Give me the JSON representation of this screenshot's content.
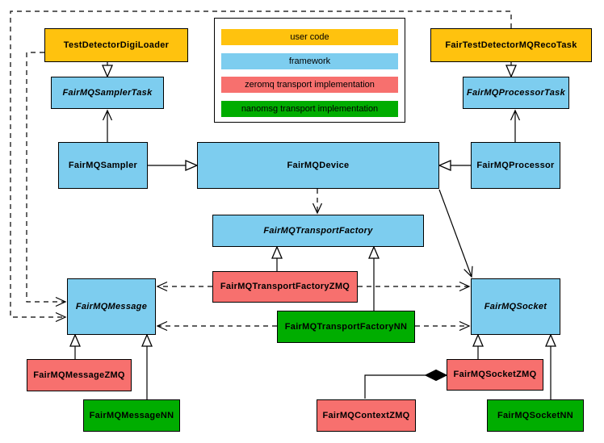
{
  "diagram": {
    "kind": "uml-class-diagram",
    "legend": {
      "items": [
        {
          "label": "user code",
          "type": "user-code",
          "color": "#FFC20E"
        },
        {
          "label": "framework",
          "type": "framework",
          "color": "#7DCDEF"
        },
        {
          "label": "zeromq transport implementation",
          "type": "zeromq",
          "color": "#F7706E"
        },
        {
          "label": "nanomsg transport implementation",
          "type": "nanomsg",
          "color": "#00AD00"
        }
      ]
    },
    "nodes": [
      {
        "label": "TestDetectorDigiLoader",
        "type": "user-code",
        "abstract": false,
        "color": "#FFC20E"
      },
      {
        "label": "FairMQSamplerTask",
        "type": "framework",
        "abstract": true,
        "color": "#7DCDEF"
      },
      {
        "label": "FairTestDetectorMQRecoTask",
        "type": "user-code",
        "abstract": false,
        "color": "#FFC20E"
      },
      {
        "label": "FairMQProcessorTask",
        "type": "framework",
        "abstract": true,
        "color": "#7DCDEF"
      },
      {
        "label": "FairMQSampler",
        "type": "framework",
        "abstract": false,
        "color": "#7DCDEF"
      },
      {
        "label": "FairMQDevice",
        "type": "framework",
        "abstract": false,
        "color": "#7DCDEF"
      },
      {
        "label": "FairMQProcessor",
        "type": "framework",
        "abstract": false,
        "color": "#7DCDEF"
      },
      {
        "label": "FairMQTransportFactory",
        "type": "framework",
        "abstract": true,
        "color": "#7DCDEF"
      },
      {
        "label": "FairMQTransportFactoryZMQ",
        "type": "zeromq",
        "abstract": false,
        "color": "#F7706E"
      },
      {
        "label": "FairMQTransportFactoryNN",
        "type": "nanomsg",
        "abstract": false,
        "color": "#00AD00"
      },
      {
        "label": "FairMQMessage",
        "type": "framework",
        "abstract": true,
        "color": "#7DCDEF"
      },
      {
        "label": "FairMQSocket",
        "type": "framework",
        "abstract": true,
        "color": "#7DCDEF"
      },
      {
        "label": "FairMQMessageZMQ",
        "type": "zeromq",
        "abstract": false,
        "color": "#F7706E"
      },
      {
        "label": "FairMQMessageNN",
        "type": "nanomsg",
        "abstract": false,
        "color": "#00AD00"
      },
      {
        "label": "FairMQContextZMQ",
        "type": "zeromq",
        "abstract": false,
        "color": "#F7706E"
      },
      {
        "label": "FairMQSocketZMQ",
        "type": "zeromq",
        "abstract": false,
        "color": "#F7706E"
      },
      {
        "label": "FairMQSocketNN",
        "type": "nanomsg",
        "abstract": false,
        "color": "#00AD00"
      }
    ],
    "edges": [
      {
        "from": "TestDetectorDigiLoader",
        "to": "FairMQSamplerTask",
        "kind": "inheritance"
      },
      {
        "from": "FairTestDetectorMQRecoTask",
        "to": "FairMQProcessorTask",
        "kind": "inheritance"
      },
      {
        "from": "FairMQSampler",
        "to": "FairMQDevice",
        "kind": "inheritance"
      },
      {
        "from": "FairMQProcessor",
        "to": "FairMQDevice",
        "kind": "inheritance"
      },
      {
        "from": "FairMQSampler",
        "to": "FairMQSamplerTask",
        "kind": "association"
      },
      {
        "from": "FairMQProcessor",
        "to": "FairMQProcessorTask",
        "kind": "association"
      },
      {
        "from": "FairMQDevice",
        "to": "FairMQSocket",
        "kind": "association"
      },
      {
        "from": "FairMQDevice",
        "to": "FairMQTransportFactory",
        "kind": "dependency"
      },
      {
        "from": "FairMQTransportFactoryZMQ",
        "to": "FairMQTransportFactory",
        "kind": "inheritance"
      },
      {
        "from": "FairMQTransportFactoryNN",
        "to": "FairMQTransportFactory",
        "kind": "inheritance"
      },
      {
        "from": "FairMQTransportFactoryZMQ",
        "to": "FairMQMessage",
        "kind": "dependency"
      },
      {
        "from": "FairMQTransportFactoryZMQ",
        "to": "FairMQSocket",
        "kind": "dependency"
      },
      {
        "from": "FairMQTransportFactoryNN",
        "to": "FairMQMessage",
        "kind": "dependency"
      },
      {
        "from": "FairMQTransportFactoryNN",
        "to": "FairMQSocket",
        "kind": "dependency"
      },
      {
        "from": "FairTestDetectorMQRecoTask",
        "to": "FairMQMessage",
        "kind": "dependency"
      },
      {
        "from": "TestDetectorDigiLoader",
        "to": "FairMQMessage",
        "kind": "dependency"
      },
      {
        "from": "FairMQMessageZMQ",
        "to": "FairMQMessage",
        "kind": "inheritance"
      },
      {
        "from": "FairMQMessageNN",
        "to": "FairMQMessage",
        "kind": "inheritance"
      },
      {
        "from": "FairMQSocketZMQ",
        "to": "FairMQSocket",
        "kind": "inheritance"
      },
      {
        "from": "FairMQSocketNN",
        "to": "FairMQSocket",
        "kind": "inheritance"
      },
      {
        "from": "FairMQSocketZMQ",
        "to": "FairMQContextZMQ",
        "kind": "composition"
      }
    ],
    "colors": {
      "line": "#000000",
      "background": "#ffffff",
      "node_border": "#000000"
    }
  }
}
